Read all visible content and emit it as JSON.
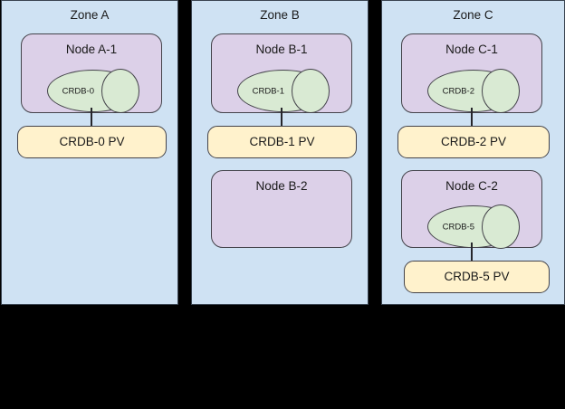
{
  "diagram": {
    "title_present": false,
    "background_color": "#000000",
    "colors": {
      "zone_fill": "#cfe2f3",
      "node_fill": "#dcd0e8",
      "pod_fill": "#d9ead3",
      "pv_fill": "#fff2cc",
      "stroke": "#44434a",
      "text": "#1a1a1a"
    },
    "zones": [
      {
        "label": "Zone A",
        "nodes": [
          {
            "label": "Node A-1",
            "pod": {
              "label": "CRDB-0"
            },
            "volume": {
              "label": "CRDB-0 PV"
            }
          }
        ]
      },
      {
        "label": "Zone B",
        "nodes": [
          {
            "label": "Node B-1",
            "pod": {
              "label": "CRDB-1"
            },
            "volume": {
              "label": "CRDB-1 PV"
            }
          },
          {
            "label": "Node B-2",
            "pod": null,
            "volume": null
          }
        ]
      },
      {
        "label": "Zone C",
        "nodes": [
          {
            "label": "Node C-1",
            "pod": {
              "label": "CRDB-2"
            },
            "volume": {
              "label": "CRDB-2 PV"
            }
          },
          {
            "label": "Node C-2",
            "pod": {
              "label": "CRDB-5"
            },
            "volume": {
              "label": "CRDB-5 PV"
            }
          }
        ]
      }
    ]
  }
}
